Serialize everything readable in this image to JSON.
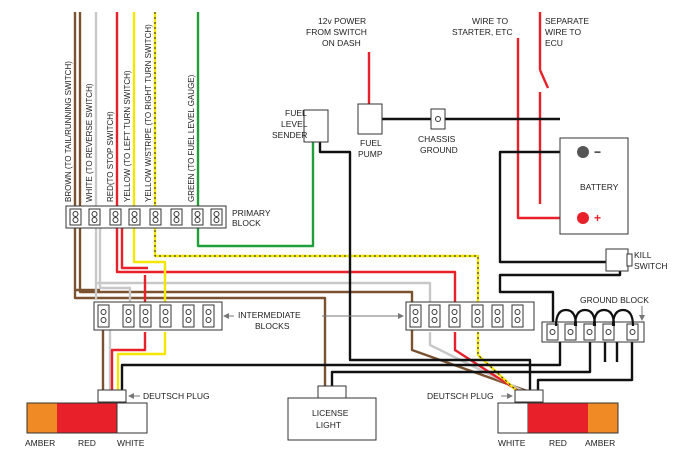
{
  "wire_labels": {
    "brown": "BROWN (TO TAIL/RUNNING SWITCH)",
    "white": "WHITE (TO REVERSE SWITCH)",
    "red": "RED(TO STOP SWITCH)",
    "yellow": "YELLOW (TO LEFT TURN SWITCH)",
    "yellow_stripe": "YELLOW W/STRIPE (TO RIGHT TURN SWITCH)",
    "green": "GREEN (TO FUEL LEVEL GAUGE)"
  },
  "labels": {
    "power_l1": "12v POWER",
    "power_l2": "FROM SWITCH",
    "power_l3": "ON DASH",
    "starter_l1": "WIRE TO",
    "starter_l2": "STARTER, ETC",
    "ecu_l1": "SEPARATE",
    "ecu_l2": "WIRE TO",
    "ecu_l3": "ECU",
    "sender_l1": "FUEL",
    "sender_l2": "LEVEL",
    "sender_l3": "SENDER",
    "pump_l1": "FUEL",
    "pump_l2": "PUMP",
    "chassis_l1": "CHASSIS",
    "chassis_l2": "GROUND",
    "battery": "BATTERY",
    "battery_neg": "−",
    "battery_pos": "+",
    "primary_l1": "PRIMARY",
    "primary_l2": "BLOCK",
    "kill_l1": "KILL",
    "kill_l2": "SWITCH",
    "ground_block": "GROUND BLOCK",
    "intermediate_l1": "INTERMEDIATE",
    "intermediate_l2": "BLOCKS",
    "deutsch_left": "DEUTSCH PLUG",
    "deutsch_right": "DEUTSCH PLUG",
    "license_l1": "LICENSE",
    "license_l2": "LIGHT",
    "left_amber": "AMBER",
    "left_red": "RED",
    "left_white": "WHITE",
    "right_white": "WHITE",
    "right_red": "RED",
    "right_amber": "AMBER"
  },
  "colors": {
    "brown": "#7a5230",
    "white_wire": "#c8c8c8",
    "red": "#e8202a",
    "yellow": "#f5e600",
    "green": "#1f9e3a",
    "black": "#111111",
    "amber": "#f08a24",
    "lamp_red": "#e8202a"
  }
}
